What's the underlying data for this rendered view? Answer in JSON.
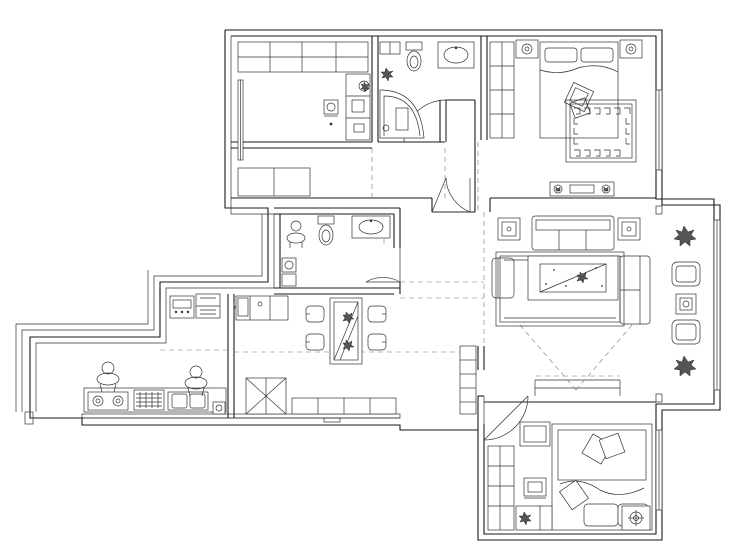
{
  "plan": {
    "background": "#ffffff",
    "line_color": "#1a1a1a",
    "hidden_line_color": "#777777",
    "rooms": [
      {
        "id": "study",
        "icon": "desk-chair-icon"
      },
      {
        "id": "master-bath",
        "icon": "toilet-icon"
      },
      {
        "id": "master-bedroom",
        "icon": "double-bed-icon"
      },
      {
        "id": "guest-bath",
        "icon": "toilet-icon"
      },
      {
        "id": "living-room",
        "icon": "sofa-set-icon"
      },
      {
        "id": "dining",
        "icon": "dining-table-icon"
      },
      {
        "id": "kitchen",
        "icon": "stove-icon"
      },
      {
        "id": "balcony",
        "icon": "lounge-chair-icon"
      },
      {
        "id": "second-bedroom",
        "icon": "double-bed-icon"
      }
    ]
  }
}
